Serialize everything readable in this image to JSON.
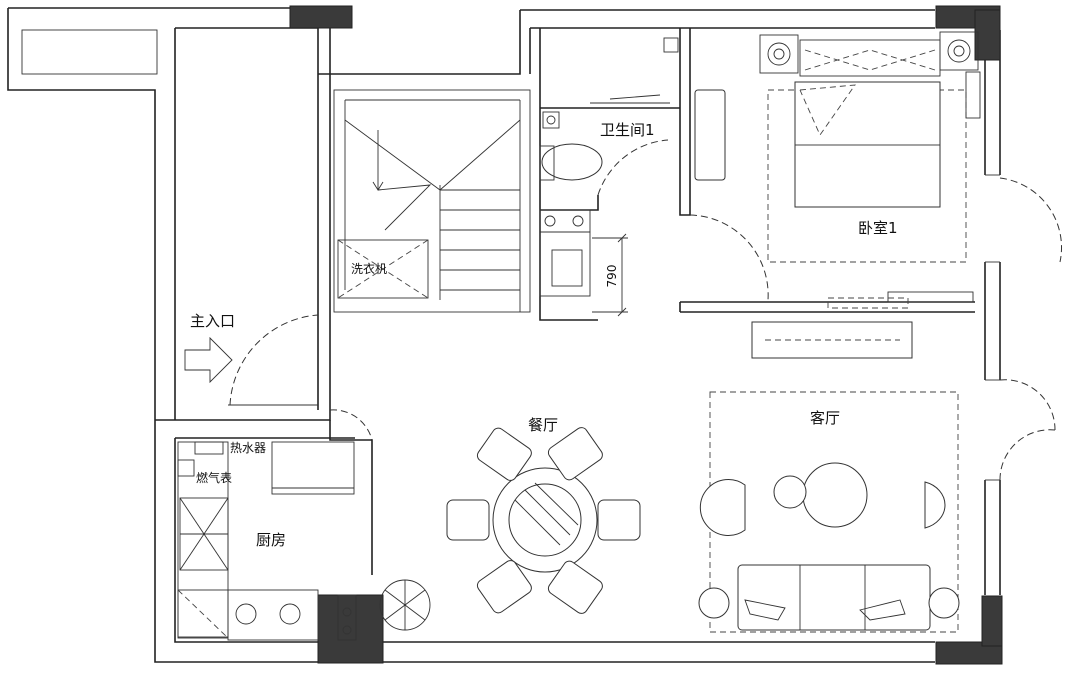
{
  "rooms": {
    "bathroom": "卫生间1",
    "bedroom": "卧室1",
    "laundry": "洗衣机",
    "entrance": "主入口",
    "dining": "餐厅",
    "living": "客厅",
    "kitchen": "厨房",
    "water_heater": "热水器",
    "gas_meter": "燃气表"
  },
  "dimension": {
    "width": "790"
  },
  "colors": {
    "wall": "#222222",
    "column": "#3a3a3a"
  }
}
